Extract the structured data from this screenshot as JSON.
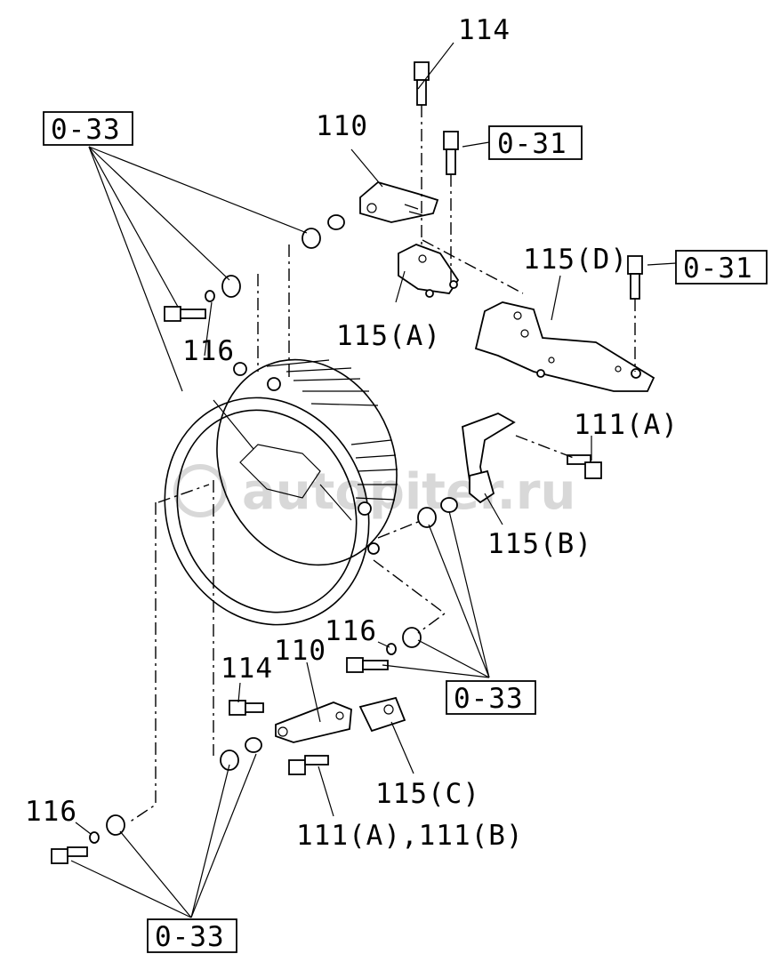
{
  "watermark": "autopiter.ru",
  "labels": {
    "p114_top": "114",
    "p110_top": "110",
    "p115a": "115(A)",
    "p115d": "115(D)",
    "p116_top": "116",
    "p111a_right": "111(A)",
    "p115b": "115(B)",
    "p116_mid": "116",
    "p114_bottom": "114",
    "p110_bottom": "110",
    "p115c": "115(C)",
    "p111ab": "111(A),111(B)",
    "p116_bottom": "116"
  },
  "refs": {
    "r033_top": "0-33",
    "r031_top": "0-31",
    "r031_right": "0-31",
    "r033_mid": "0-33",
    "r033_bottom": "0-33"
  }
}
